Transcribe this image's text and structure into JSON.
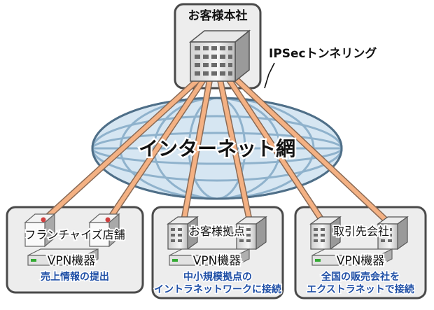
{
  "hq": {
    "label": "お客様本社"
  },
  "tunnel": {
    "label": "IPSecトンネリング"
  },
  "internet": {
    "label": "インターネット網"
  },
  "branches": [
    {
      "site_label": "フランチャイズ店舗",
      "device_label": "VPN機器",
      "desc_lines": [
        "売上情報の提出"
      ]
    },
    {
      "site_label": "お客様拠点",
      "device_label": "VPN機器",
      "desc_lines": [
        "中小規模拠点の",
        "イントラネットワークに接続"
      ]
    },
    {
      "site_label": "取引先会社",
      "device_label": "VPN機器",
      "desc_lines": [
        "全国の販売会社を",
        "エクストラネットで接続"
      ]
    }
  ],
  "colors": {
    "tunnel": "#f4b183",
    "panel_fill": "#ededed",
    "panel_border": "#4a4a4a",
    "desc_text": "#1f4fa6",
    "globe": "#bcd4e6"
  }
}
